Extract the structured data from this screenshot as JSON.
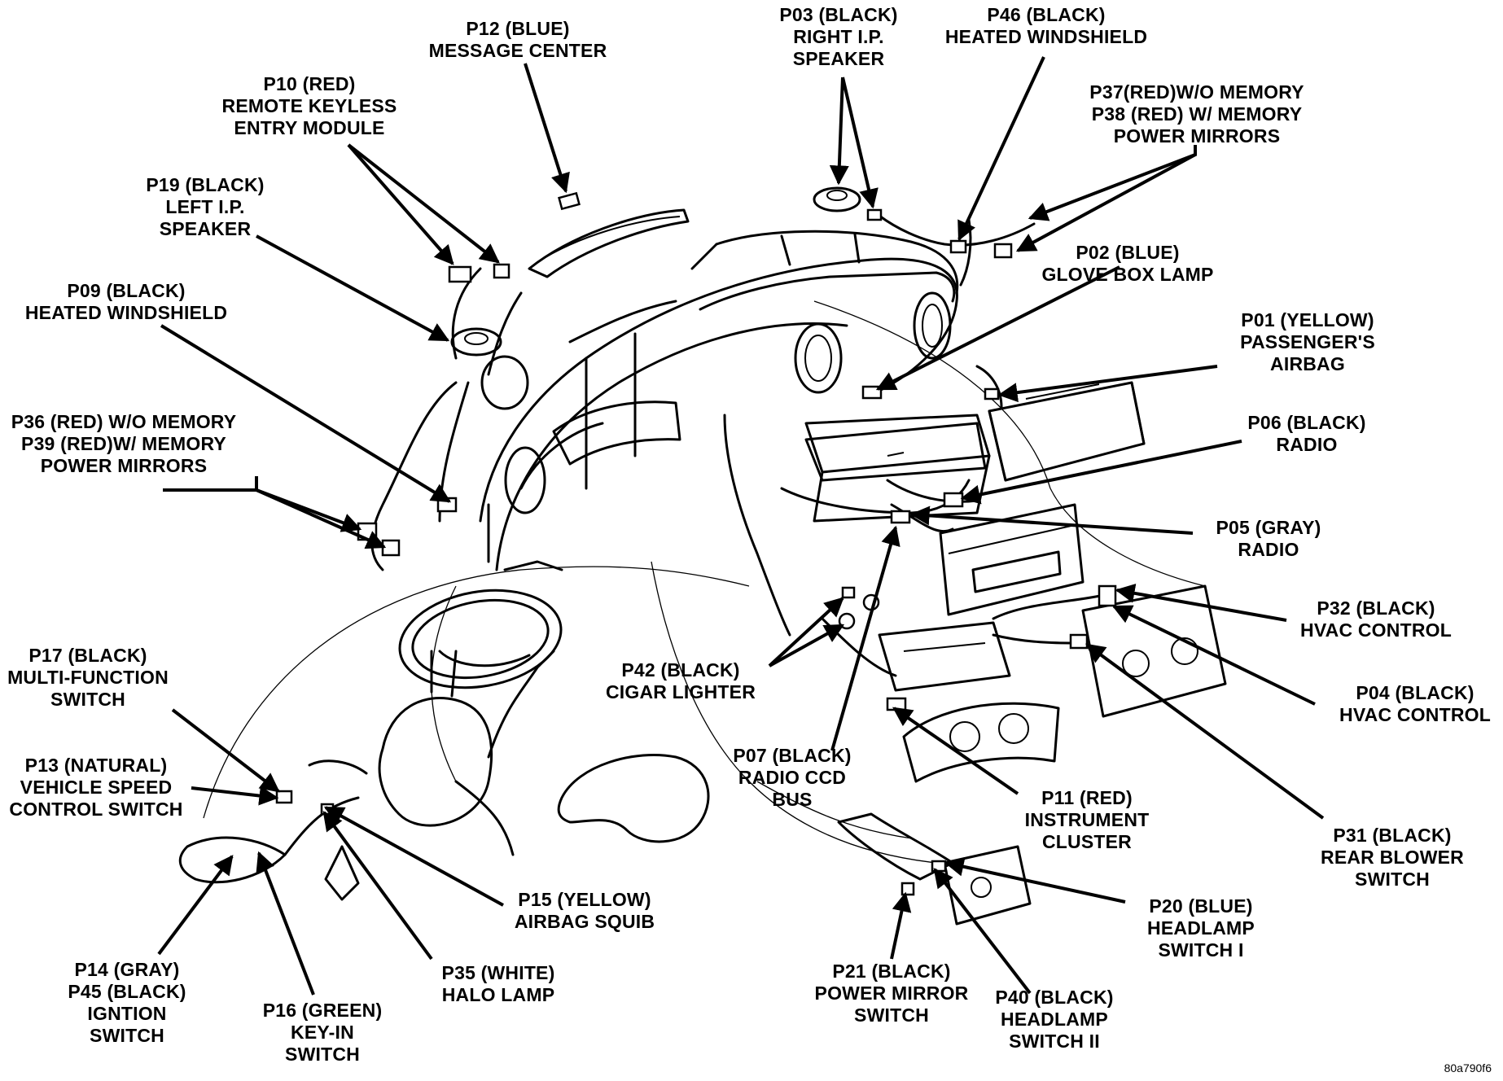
{
  "labels": [
    {
      "id": "p12",
      "lines": [
        "P12 (BLUE)",
        "MESSAGE CENTER"
      ]
    },
    {
      "id": "p03",
      "lines": [
        "P03 (BLACK)",
        "RIGHT I.P.",
        "SPEAKER"
      ]
    },
    {
      "id": "p46",
      "lines": [
        "P46 (BLACK)",
        "HEATED WINDSHIELD"
      ]
    },
    {
      "id": "p10",
      "lines": [
        "P10 (RED)",
        "REMOTE KEYLESS",
        "ENTRY MODULE"
      ]
    },
    {
      "id": "p37",
      "lines": [
        "P37(RED)W/O MEMORY",
        "P38 (RED) W/ MEMORY",
        "POWER MIRRORS"
      ]
    },
    {
      "id": "p19",
      "lines": [
        "P19 (BLACK)",
        "LEFT I.P.",
        "SPEAKER"
      ]
    },
    {
      "id": "p02",
      "lines": [
        "P02 (BLUE)",
        "GLOVE BOX LAMP"
      ]
    },
    {
      "id": "p09",
      "lines": [
        "P09 (BLACK)",
        "HEATED WINDSHIELD"
      ]
    },
    {
      "id": "p01",
      "lines": [
        "P01 (YELLOW)",
        "PASSENGER'S",
        "AIRBAG"
      ]
    },
    {
      "id": "p36",
      "lines": [
        "P36 (RED) W/O MEMORY",
        "P39 (RED)W/ MEMORY",
        "POWER MIRRORS"
      ]
    },
    {
      "id": "p06",
      "lines": [
        "P06  (BLACK)",
        "RADIO"
      ]
    },
    {
      "id": "p05",
      "lines": [
        "P05 (GRAY)",
        "RADIO"
      ]
    },
    {
      "id": "p32",
      "lines": [
        "P32  (BLACK)",
        "HVAC CONTROL"
      ]
    },
    {
      "id": "p42",
      "lines": [
        "P42 (BLACK)",
        "CIGAR LIGHTER"
      ]
    },
    {
      "id": "p17",
      "lines": [
        "P17 (BLACK)",
        "MULTI-FUNCTION",
        "SWITCH"
      ]
    },
    {
      "id": "p04",
      "lines": [
        "P04  (BLACK)",
        "HVAC CONTROL"
      ]
    },
    {
      "id": "p07",
      "lines": [
        "P07 (BLACK)",
        "RADIO CCD",
        "BUS"
      ]
    },
    {
      "id": "p13",
      "lines": [
        "P13 (NATURAL)",
        "VEHICLE SPEED",
        "CONTROL SWITCH"
      ]
    },
    {
      "id": "p11",
      "lines": [
        "P11 (RED)",
        "INSTRUMENT",
        "CLUSTER"
      ]
    },
    {
      "id": "p31",
      "lines": [
        "P31  (BLACK)",
        "REAR BLOWER",
        "SWITCH"
      ]
    },
    {
      "id": "p15",
      "lines": [
        "P15 (YELLOW)",
        "AIRBAG SQUIB"
      ]
    },
    {
      "id": "p20",
      "lines": [
        "P20 (BLUE)",
        "HEADLAMP",
        "SWITCH I"
      ]
    },
    {
      "id": "p14",
      "lines": [
        "P14 (GRAY)",
        "P45 (BLACK)",
        "IGNTION",
        "SWITCH"
      ]
    },
    {
      "id": "p35",
      "lines": [
        "P35 (WHITE)",
        "HALO LAMP"
      ]
    },
    {
      "id": "p16",
      "lines": [
        "P16 (GREEN)",
        "KEY-IN",
        "SWITCH"
      ]
    },
    {
      "id": "p21",
      "lines": [
        "P21 (BLACK)",
        "POWER MIRROR",
        "SWITCH"
      ]
    },
    {
      "id": "p40",
      "lines": [
        "P40 (BLACK)",
        "HEADLAMP",
        "SWITCH II"
      ]
    }
  ],
  "drawing_code": "80a790f6"
}
